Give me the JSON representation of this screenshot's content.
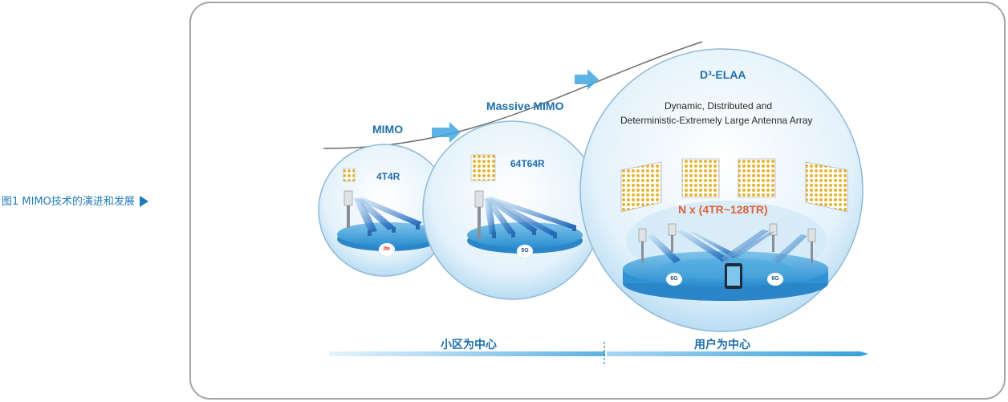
{
  "caption": "图1  MIMO技术的演进和发展",
  "stages": {
    "mimo": {
      "title": "MIMO",
      "config": "4T4R",
      "badge": "lte"
    },
    "massive": {
      "title": "Massive MIMO",
      "config": "64T64R",
      "badge": "5G"
    },
    "delaa": {
      "title": "D³-ELAA",
      "subtitle_line1": "Dynamic, Distributed and",
      "subtitle_line2": "Deterministic-Extremely Large Antenna Array",
      "scale": "N x (4TR~128TR)",
      "badge_left": "6G",
      "badge_right": "6G"
    }
  },
  "bottom": {
    "left_label": "小区为中心",
    "right_label": "用户为中心"
  },
  "colors": {
    "accent": "#1f7ab8",
    "orange": "#e0603a",
    "gold": "#e7b531"
  }
}
